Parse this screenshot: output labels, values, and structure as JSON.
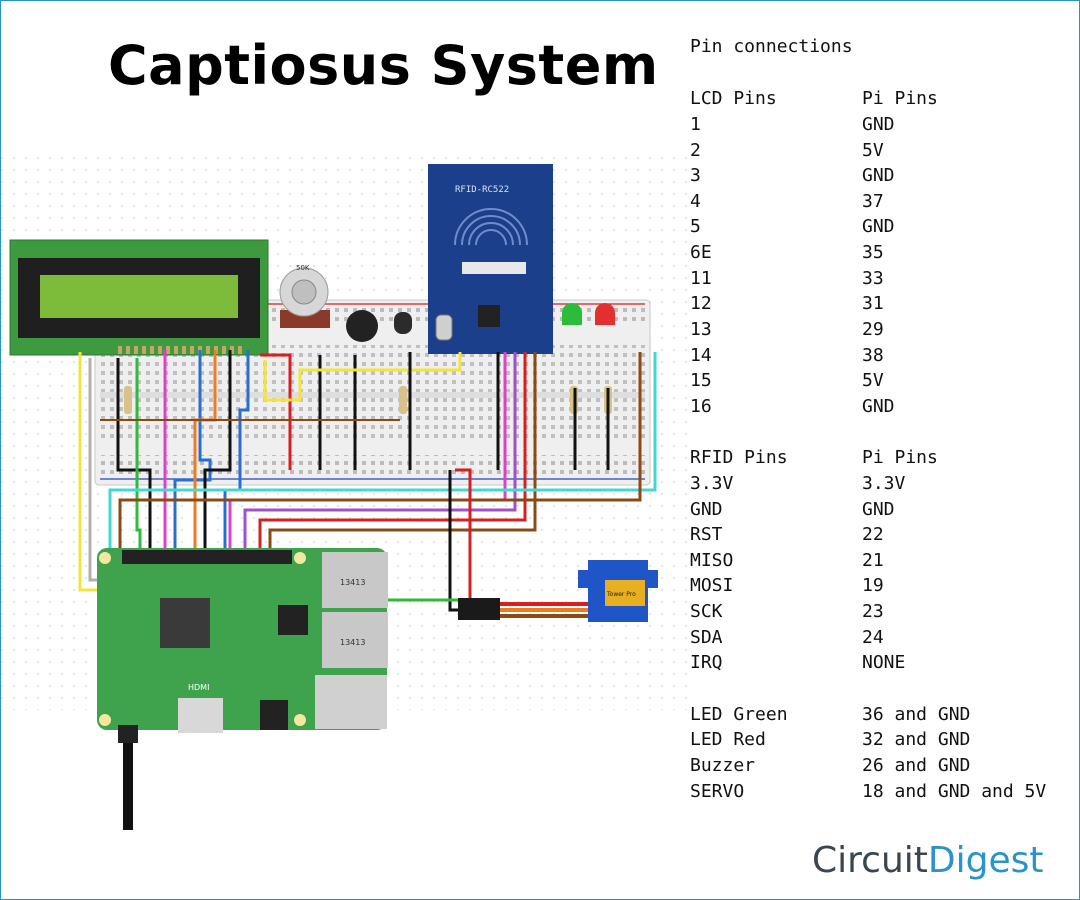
{
  "title": "Captiosus System",
  "pin_connections": {
    "heading": "Pin connections",
    "lcd": {
      "col1": "LCD Pins",
      "col2": "Pi Pins",
      "rows": [
        [
          "1",
          "GND"
        ],
        [
          "2",
          "5V"
        ],
        [
          "3",
          "GND"
        ],
        [
          "4",
          "37"
        ],
        [
          "5",
          "GND"
        ],
        [
          "6E",
          "35"
        ],
        [
          "11",
          "33"
        ],
        [
          "12",
          "31"
        ],
        [
          "13",
          "29"
        ],
        [
          "14",
          "38"
        ],
        [
          "15",
          "5V"
        ],
        [
          "16",
          "GND"
        ]
      ]
    },
    "rfid": {
      "col1": "RFID Pins",
      "col2": "Pi Pins",
      "rows": [
        [
          "3.3V",
          "3.3V"
        ],
        [
          "GND",
          "GND"
        ],
        [
          "RST",
          "22"
        ],
        [
          "MISO",
          "21"
        ],
        [
          "MOSI",
          "19"
        ],
        [
          "SCK",
          "23"
        ],
        [
          "SDA",
          "24"
        ],
        [
          "IRQ",
          "NONE"
        ]
      ]
    },
    "other": [
      [
        "LED Green",
        "36 and GND"
      ],
      [
        "LED Red",
        "32 and GND"
      ],
      [
        "Buzzer",
        "26 and GND"
      ],
      [
        "SERVO",
        "18 and GND and 5V"
      ]
    ]
  },
  "components": {
    "rfid_label": "RFID-RC522",
    "pot_label": "50K",
    "usb_label_1": "13413",
    "usb_label_2": "13413",
    "hdmi_label": "HDMI",
    "servo_label": "Tower Pro"
  },
  "brand": {
    "part1": "Circuit",
    "part2": "Digest"
  },
  "colors": {
    "accent": "#2a93c9",
    "pcb_green": "#3fa34d",
    "lcd_screen": "#7dbb3a",
    "rfid_blue": "#1b3f8a"
  }
}
